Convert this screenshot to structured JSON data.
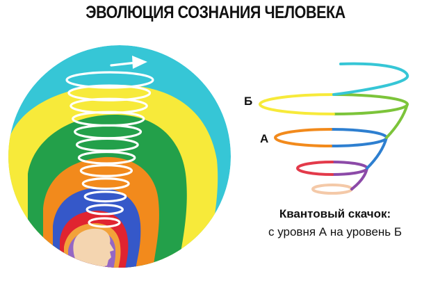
{
  "title": "ЭВОЛЮЦИЯ СОЗНАНИЯ ЧЕЛОВЕКА",
  "spiral_labels": {
    "upper": "Б",
    "lower": "А"
  },
  "caption": {
    "line1": "Квантовый скачок:",
    "line2": "с уровня А на уровень Б"
  },
  "colors": {
    "aura": [
      "#36c6d6",
      "#f7ea3a",
      "#23a04a",
      "#f28a1c",
      "#3558c9",
      "#e02430",
      "#f2a23a",
      "#9467c4",
      "#f4d5b0"
    ],
    "spiral": [
      "#f4c9a8",
      "#e33a4a",
      "#8c4aa8",
      "#f28a1c",
      "#2e7fd0",
      "#7cc43a",
      "#f7ea3a",
      "#36c6d6"
    ]
  }
}
